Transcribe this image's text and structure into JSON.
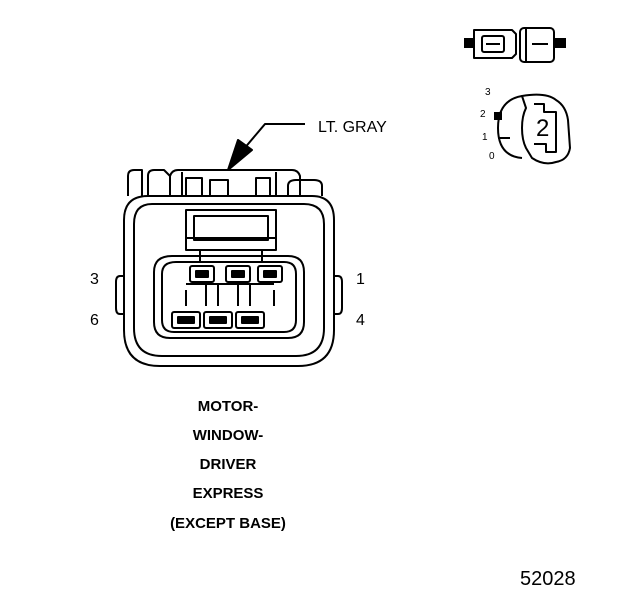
{
  "wire_color_label": "LT. GRAY",
  "pin_numbers": {
    "top_left": "3",
    "top_right": "1",
    "bottom_left": "6",
    "bottom_right": "4"
  },
  "caption_lines": [
    "MOTOR-",
    "WINDOW-",
    "DRIVER",
    "EXPRESS",
    "(EXCEPT BASE)"
  ],
  "figure_number": "52028",
  "lock_position_indicator": {
    "scale": [
      "3",
      "2",
      "1",
      "0"
    ],
    "current_position": "2"
  }
}
